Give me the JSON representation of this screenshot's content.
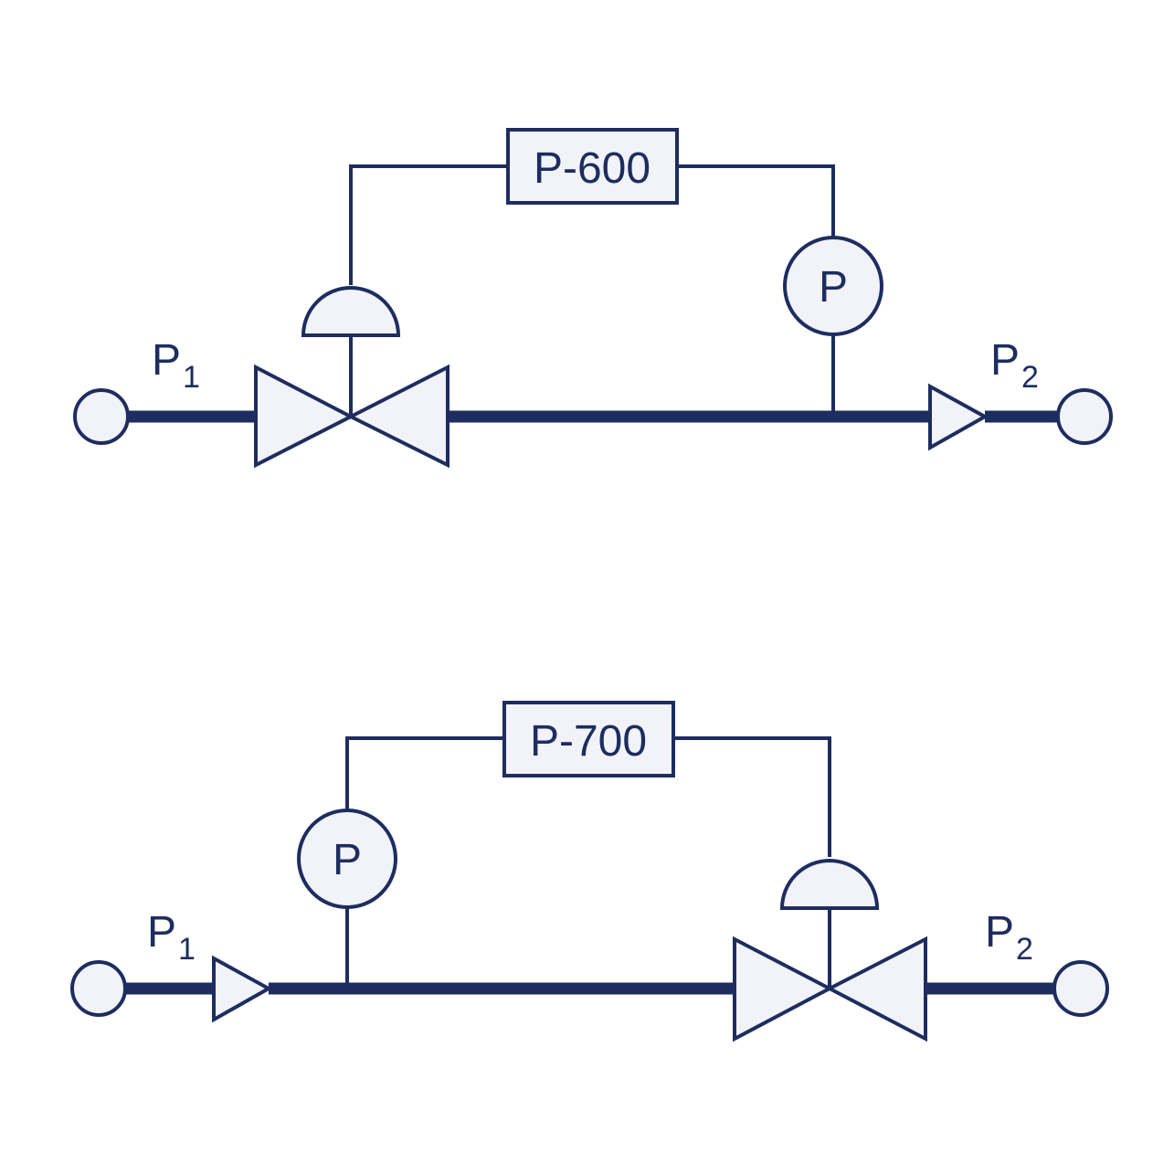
{
  "colors": {
    "stroke": "#1e2d5f",
    "fill": "#f1f3f9",
    "background": "#ffffff"
  },
  "diagrams": [
    {
      "controller_label": "P-600",
      "gauge_label": "P",
      "inlet_label": "P",
      "inlet_subscript": "1",
      "outlet_label": "P",
      "outlet_subscript": "2"
    },
    {
      "controller_label": "P-700",
      "gauge_label": "P",
      "inlet_label": "P",
      "inlet_subscript": "1",
      "outlet_label": "P",
      "outlet_subscript": "2"
    }
  ]
}
